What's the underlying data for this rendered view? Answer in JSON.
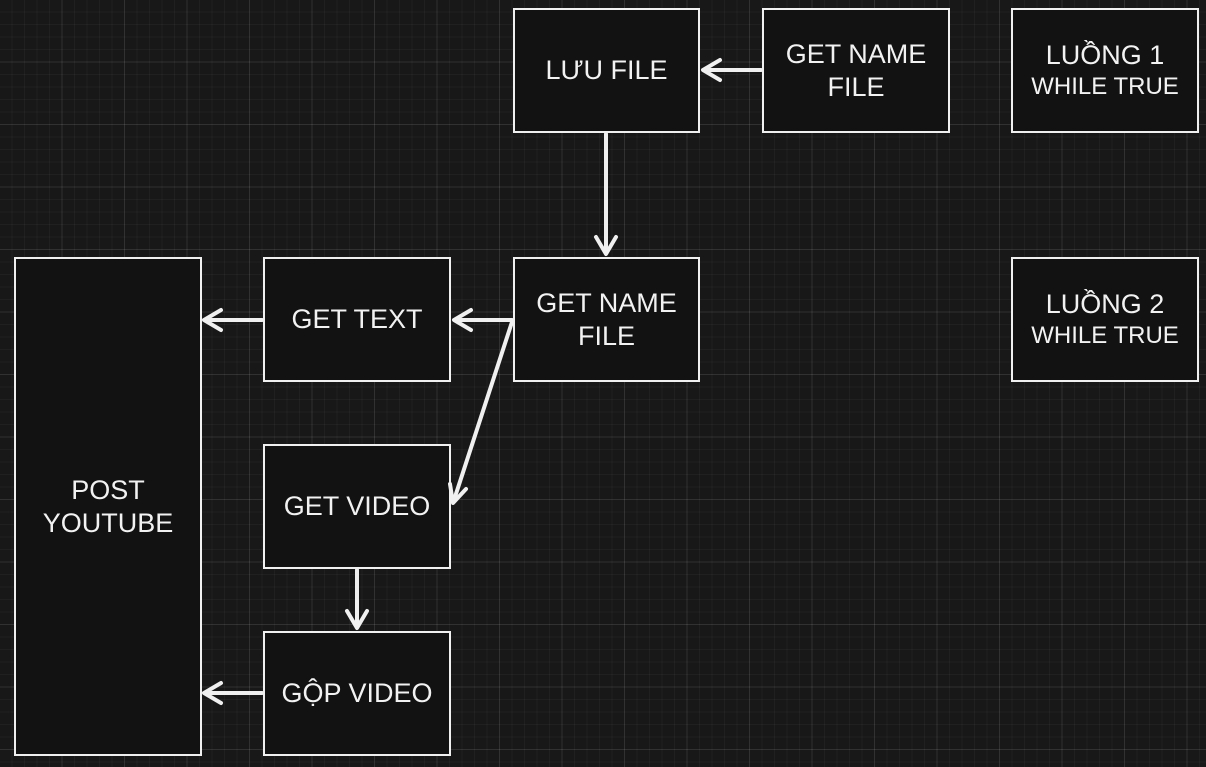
{
  "nodes": {
    "luu_file": {
      "lines": [
        "LƯU FILE"
      ]
    },
    "get_name_file_1": {
      "lines": [
        "GET NAME",
        "FILE"
      ]
    },
    "luong_1": {
      "title": "LUỒNG 1",
      "subtitle": "WHILE TRUE"
    },
    "get_name_file_2": {
      "lines": [
        "GET NAME",
        "FILE"
      ]
    },
    "get_text": {
      "lines": [
        "GET TEXT"
      ]
    },
    "luong_2": {
      "title": "LUỒNG 2",
      "subtitle": "WHILE TRUE"
    },
    "get_video": {
      "lines": [
        "GET VIDEO"
      ]
    },
    "gop_video": {
      "lines": [
        "GỘP VIDEO"
      ]
    },
    "post_youtube": {
      "lines": [
        "POST",
        "YOUTUBE"
      ]
    }
  },
  "colors": {
    "background": "#181818",
    "node_fill": "#121212",
    "stroke": "#f0f0f0",
    "text": "#f2f2f2"
  }
}
